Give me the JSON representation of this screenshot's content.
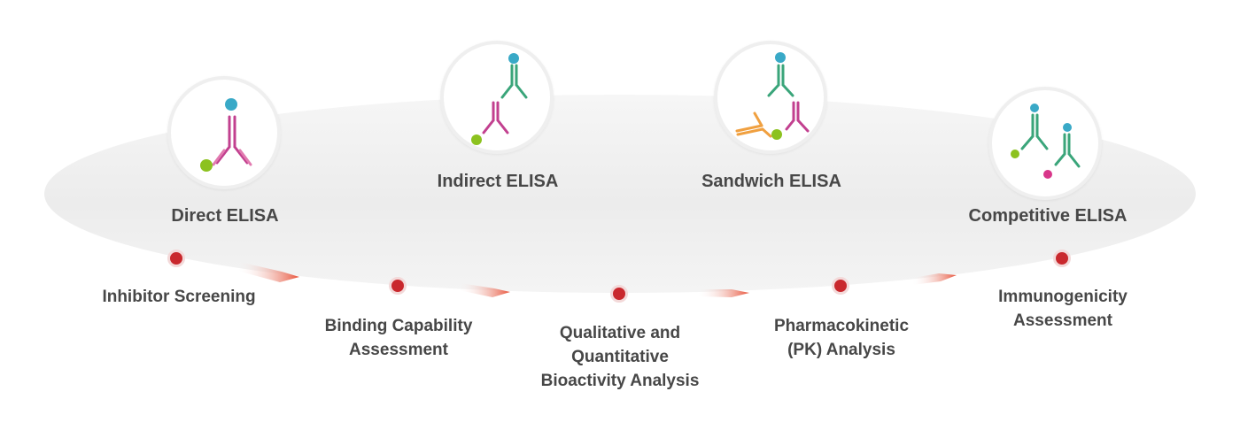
{
  "methods": [
    {
      "label": "Direct ELISA"
    },
    {
      "label": "Indirect ELISA"
    },
    {
      "label": "Sandwich ELISA"
    },
    {
      "label": "Competitive ELISA"
    }
  ],
  "applications": [
    {
      "label": "Inhibitor Screening"
    },
    {
      "label": "Binding Capability\nAssessment"
    },
    {
      "label": "Qualitative and\nQuantitative\nBioactivity Analysis"
    },
    {
      "label": "Pharmacokinetic\n(PK) Analysis"
    },
    {
      "label": "Immunogenicity\nAssessment"
    }
  ],
  "colors": {
    "text": "#474747",
    "dot": "#c9282d",
    "arrow": "#e8533a",
    "antibody_pink": "#c2408f",
    "antibody_green": "#3aa57a",
    "antibody_orange": "#f0a040",
    "antigen_blue": "#39a9c7",
    "antigen_lime": "#8cc21f",
    "antigen_magenta": "#d8368a"
  }
}
